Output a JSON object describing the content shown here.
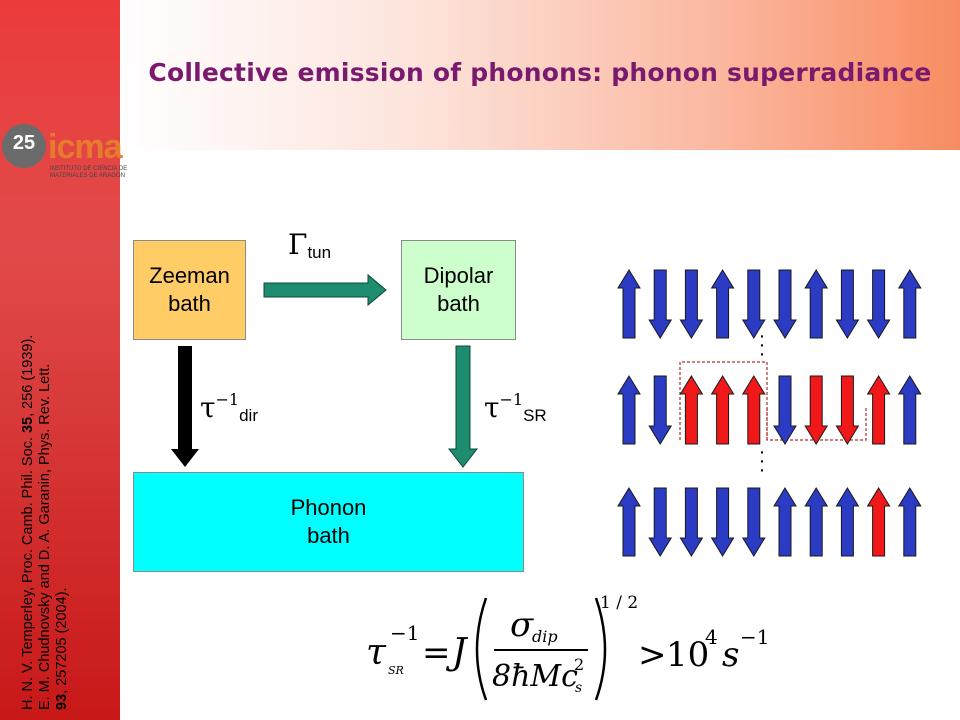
{
  "title": "Collective emission of phonons: phonon superradiance",
  "logo": {
    "years": "25",
    "name": "icma",
    "subtitle": "INSTITUTO DE CIENCIA DE MATERIALES DE ARAGÓN"
  },
  "references": {
    "line1": "H. N. V. Temperley, Proc. Camb. Phil. Soc. 35, 256 (1939).",
    "line2": "E. M. Chudnovsky and D. A. Garanin, Phys. Rev. Lett.",
    "line3": "93, 257205 (2004)."
  },
  "boxes": {
    "zeeman": {
      "line1": "Zeeman",
      "line2": "bath"
    },
    "dipolar": {
      "line1": "Dipolar",
      "line2": "bath"
    },
    "phonon": {
      "line1": "Phonon",
      "line2": "bath"
    }
  },
  "labels": {
    "gamma_symbol": "Γ",
    "gamma_sub": "tun",
    "tau_symbol": "τ",
    "tau_sup": "−1",
    "dir_sub": "dir",
    "sr_sub": "SR"
  },
  "colors": {
    "zeeman": "#ffcc66",
    "dipolar": "#ccffcc",
    "phonon": "#00ffff",
    "arrow_green": "#1e8c6e",
    "arrow_black": "#000000",
    "spin_up": "#2b3bc4",
    "spin_down": "#2b3bc4",
    "spin_flipped": "#f01818",
    "title": "#7a1a6e"
  },
  "spin_rows": [
    {
      "dirs": [
        "up",
        "down",
        "down",
        "up",
        "down",
        "down",
        "up",
        "down",
        "down",
        "up"
      ],
      "flipped": [
        false,
        false,
        false,
        false,
        false,
        false,
        false,
        false,
        false,
        false
      ]
    },
    {
      "dirs": [
        "up",
        "down",
        "up",
        "up",
        "up",
        "down",
        "down",
        "down",
        "up",
        "up"
      ],
      "flipped": [
        false,
        false,
        true,
        true,
        true,
        false,
        true,
        true,
        true,
        false
      ]
    },
    {
      "dirs": [
        "up",
        "down",
        "down",
        "down",
        "down",
        "up",
        "up",
        "up",
        "up",
        "up"
      ],
      "flipped": [
        false,
        false,
        false,
        false,
        false,
        false,
        false,
        false,
        true,
        false
      ]
    }
  ],
  "formula": {
    "lhs": "τ",
    "lhs_sup": "−1",
    "lhs_sub": "SR",
    "eq": "=",
    "J": "J",
    "num": "σ",
    "num_sub": "dip",
    "den": "8ħMc",
    "den_sup": "2",
    "den_sub": "s",
    "exp": "1 / 2",
    "gt": ">",
    "rhs": "10",
    "rhs_sup": "4",
    "rhs_unit": "s",
    "rhs_unit_sup": "−1"
  }
}
